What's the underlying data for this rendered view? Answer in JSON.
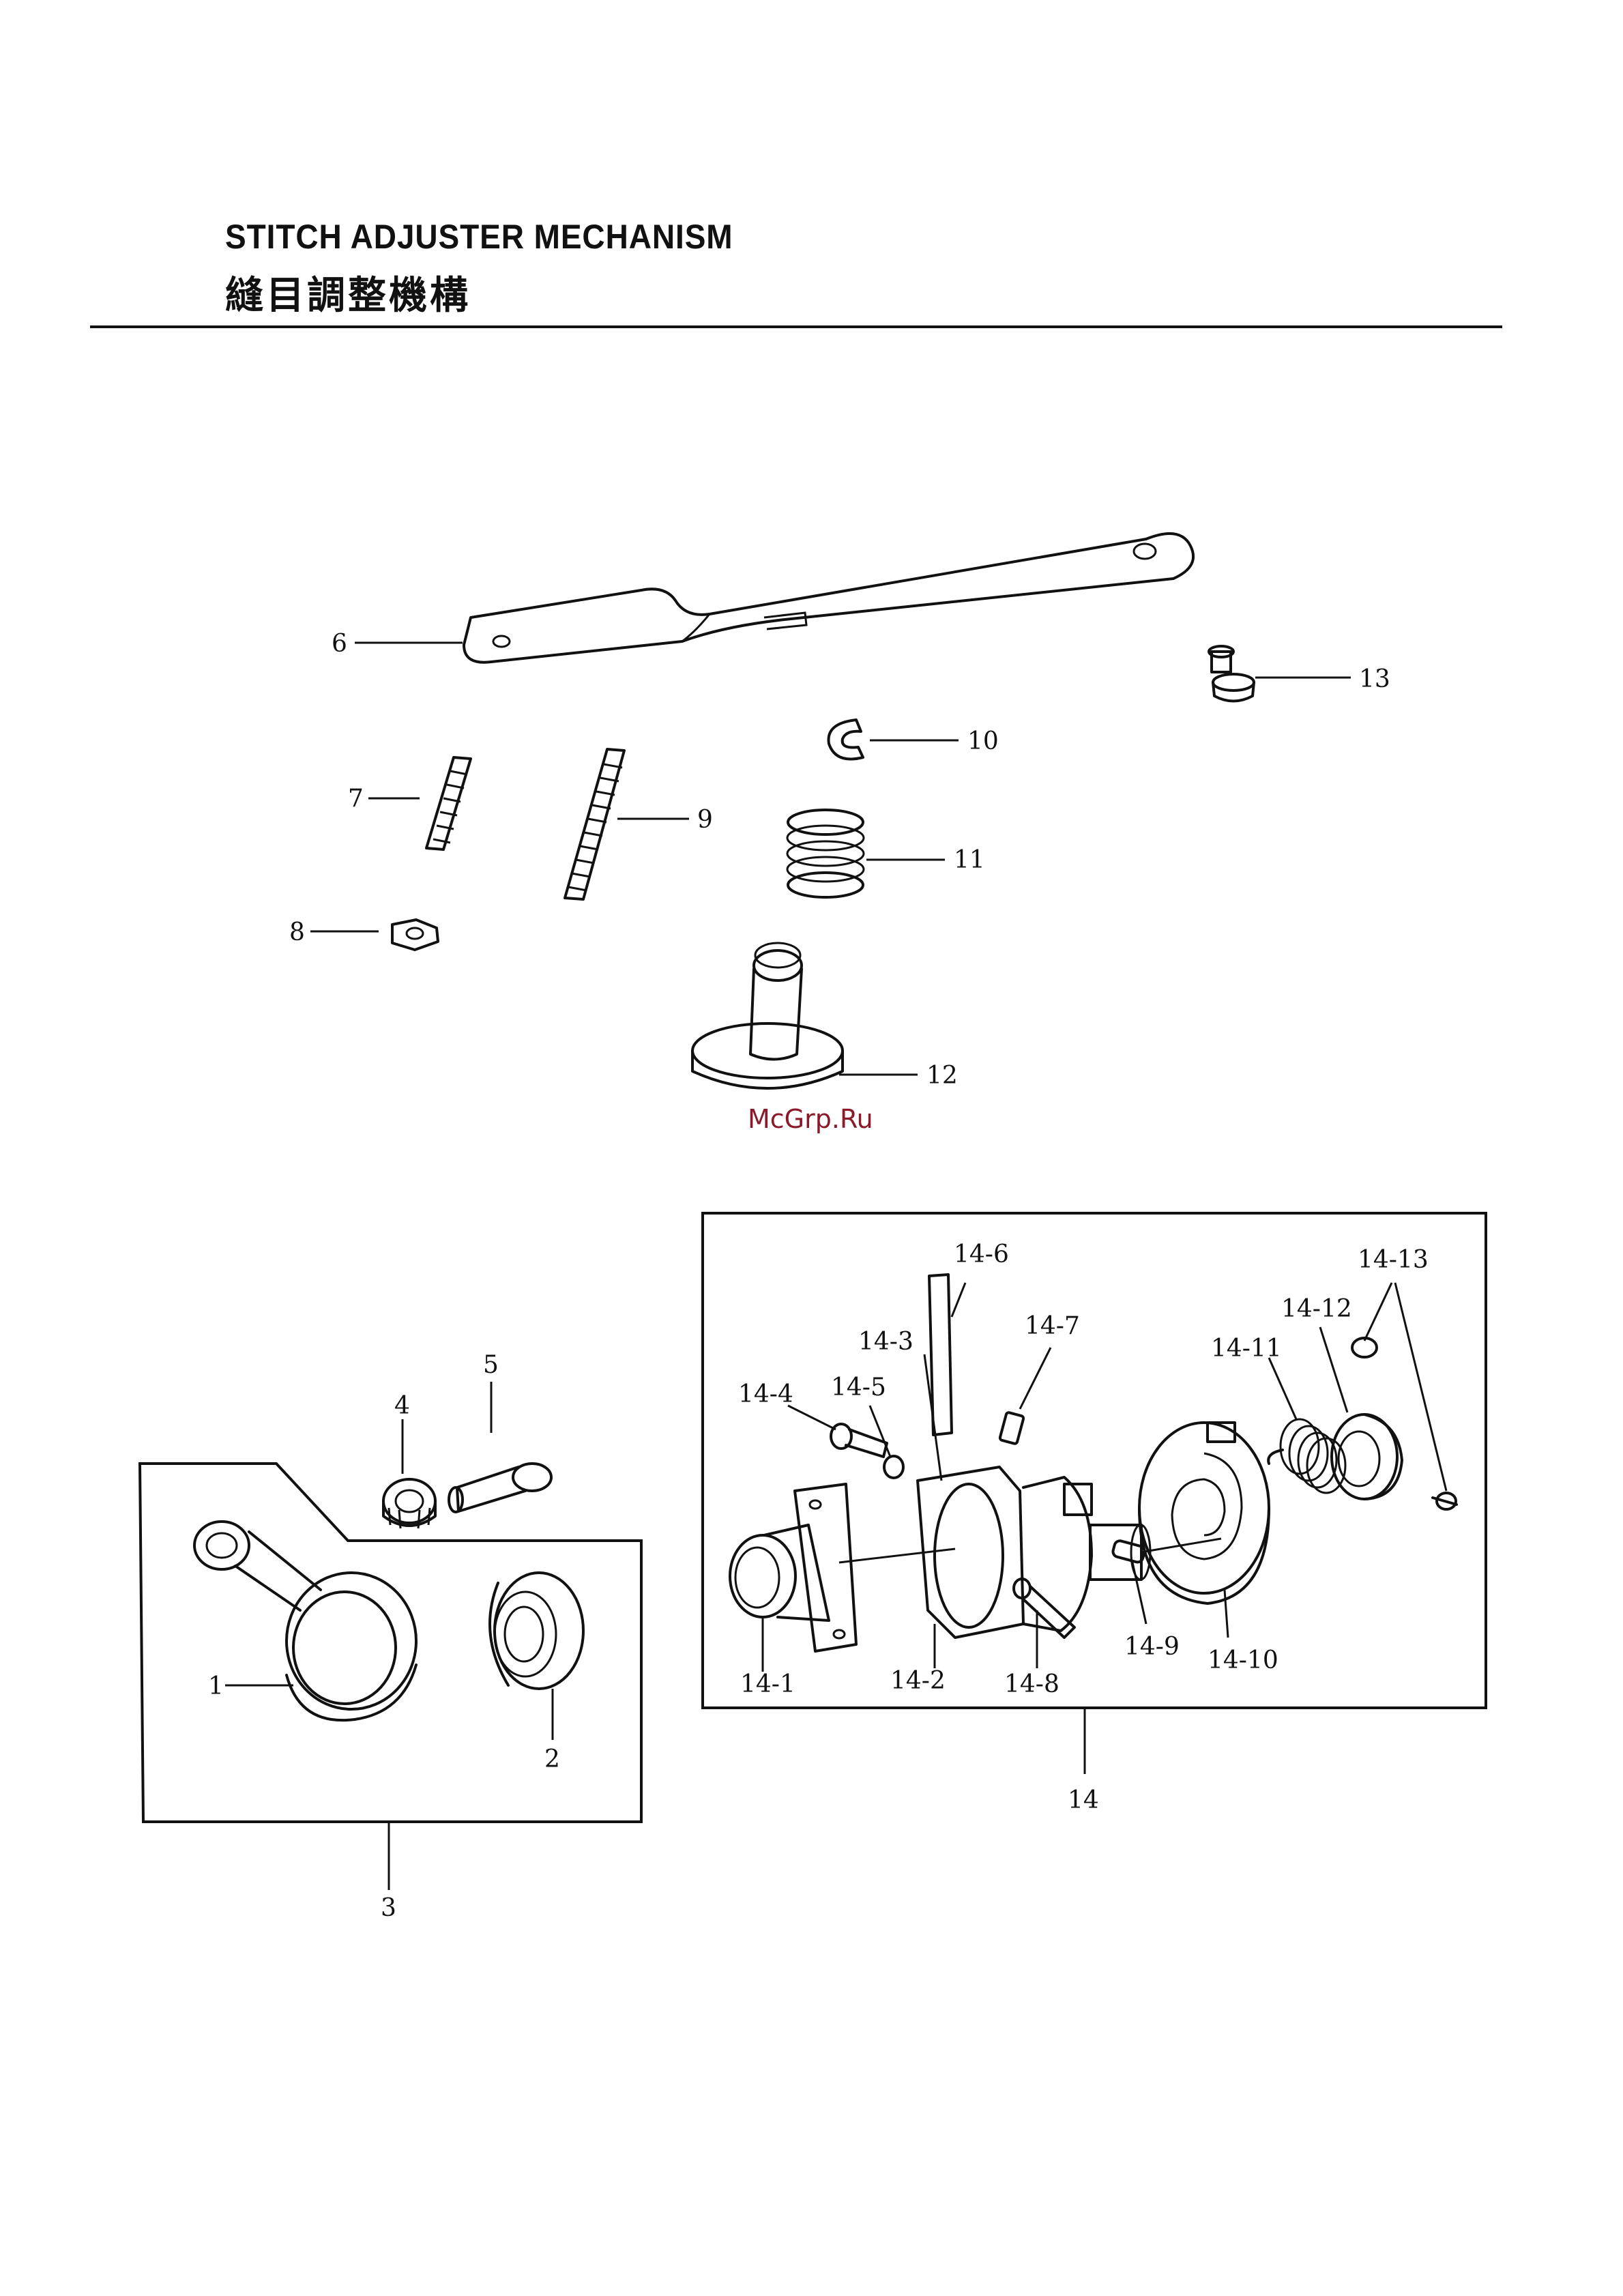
{
  "title": {
    "english": "STITCH ADJUSTER MECHANISM",
    "chinese": "縫目調整機構"
  },
  "watermark": "McGrp.Ru",
  "labels": {
    "p1": "1",
    "p2": "2",
    "p3": "3",
    "p4": "4",
    "p5": "5",
    "p6": "6",
    "p7": "7",
    "p8": "8",
    "p9": "9",
    "p10": "10",
    "p11": "11",
    "p12": "12",
    "p13": "13",
    "p14": "14",
    "p14_1": "14-1",
    "p14_2": "14-2",
    "p14_3": "14-3",
    "p14_4": "14-4",
    "p14_5": "14-5",
    "p14_6": "14-6",
    "p14_7": "14-7",
    "p14_8": "14-8",
    "p14_9": "14-9",
    "p14_10": "14-10",
    "p14_11": "14-11",
    "p14_12": "14-12",
    "p14_13": "14-13"
  },
  "icons": {
    "lever": "lever-icon",
    "screw": "screw-icon",
    "spring": "spring-icon",
    "nut": "nut-icon",
    "clip": "e-ring-icon",
    "pin": "pin-icon",
    "connecting_rod": "connecting-rod-icon",
    "bearing": "bearing-icon",
    "cam": "cam-icon",
    "sleeve": "sleeve-icon"
  }
}
